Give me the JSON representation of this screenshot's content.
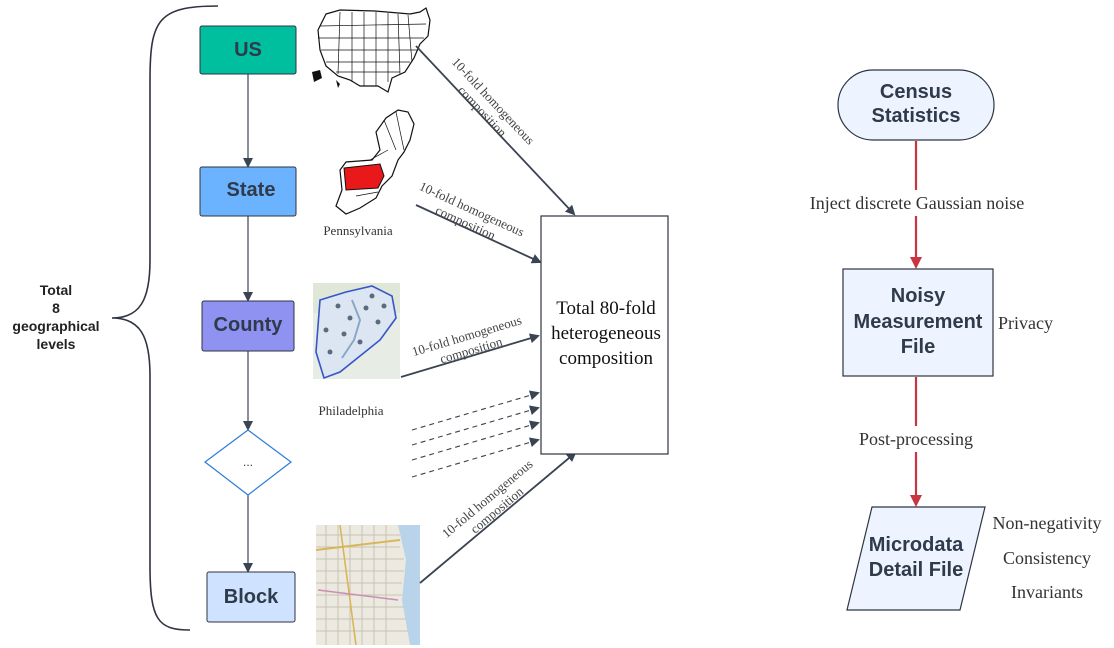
{
  "left_label": [
    "Total",
    "8",
    "geographical",
    "levels"
  ],
  "levels": {
    "us": "US",
    "state": "State",
    "county": "County",
    "ellipsis": "...",
    "block": "Block"
  },
  "map_captions": {
    "state": "Pennsylvania",
    "county": "Philadelphia"
  },
  "edge_label": [
    "10-fold homogeneous",
    "composition"
  ],
  "total_box": [
    "Total 80-fold",
    "heterogeneous",
    "composition"
  ],
  "flow": {
    "census": [
      "Census",
      "Statistics"
    ],
    "inject": "Inject discrete Gaussian noise",
    "noisy": [
      "Noisy",
      "Measurement",
      "File"
    ],
    "privacy": "Privacy",
    "post": "Post-processing",
    "micro": [
      "Microdata",
      "Detail File"
    ],
    "constraints": [
      "Non-negativity",
      "Consistency",
      "Invariants"
    ]
  },
  "colors": {
    "us": "#00bf9f",
    "state": "#6cb3ff",
    "county": "#9092f2",
    "block": "#cfe2ff",
    "flow_fill": "#eef4ff",
    "red_arrow": "#c8343f",
    "pa_red": "#e8181b"
  }
}
